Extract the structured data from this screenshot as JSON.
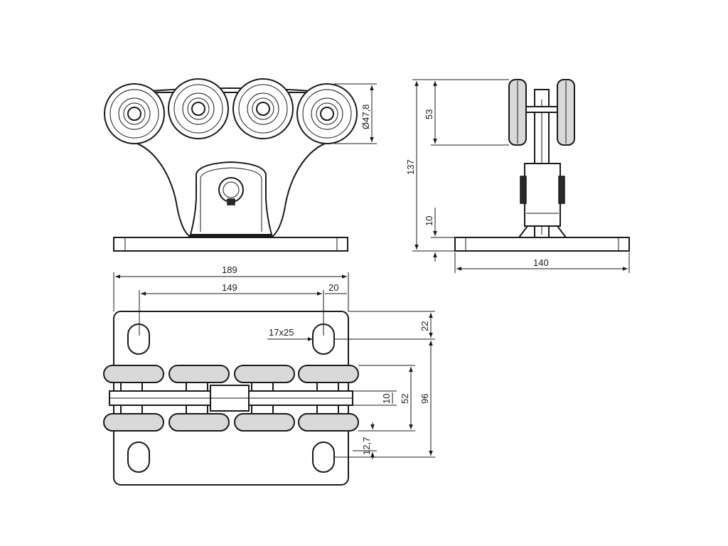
{
  "dimensions": {
    "diameter": "Ø47,8",
    "roller_height": "53",
    "total_height": "137",
    "base_thickness": "10",
    "side_width": "140",
    "overall_length": "189",
    "hole_spacing": "149",
    "hole_edge": "20",
    "slot_size": "17x25",
    "slot_top": "22",
    "plate_depth": "96",
    "roller_gap": "10",
    "roller_span": "52",
    "roller_width": "12,7"
  },
  "colors": {
    "line": "#1a1a1a",
    "tyre": "#d9d9d9",
    "background": "#ffffff"
  }
}
